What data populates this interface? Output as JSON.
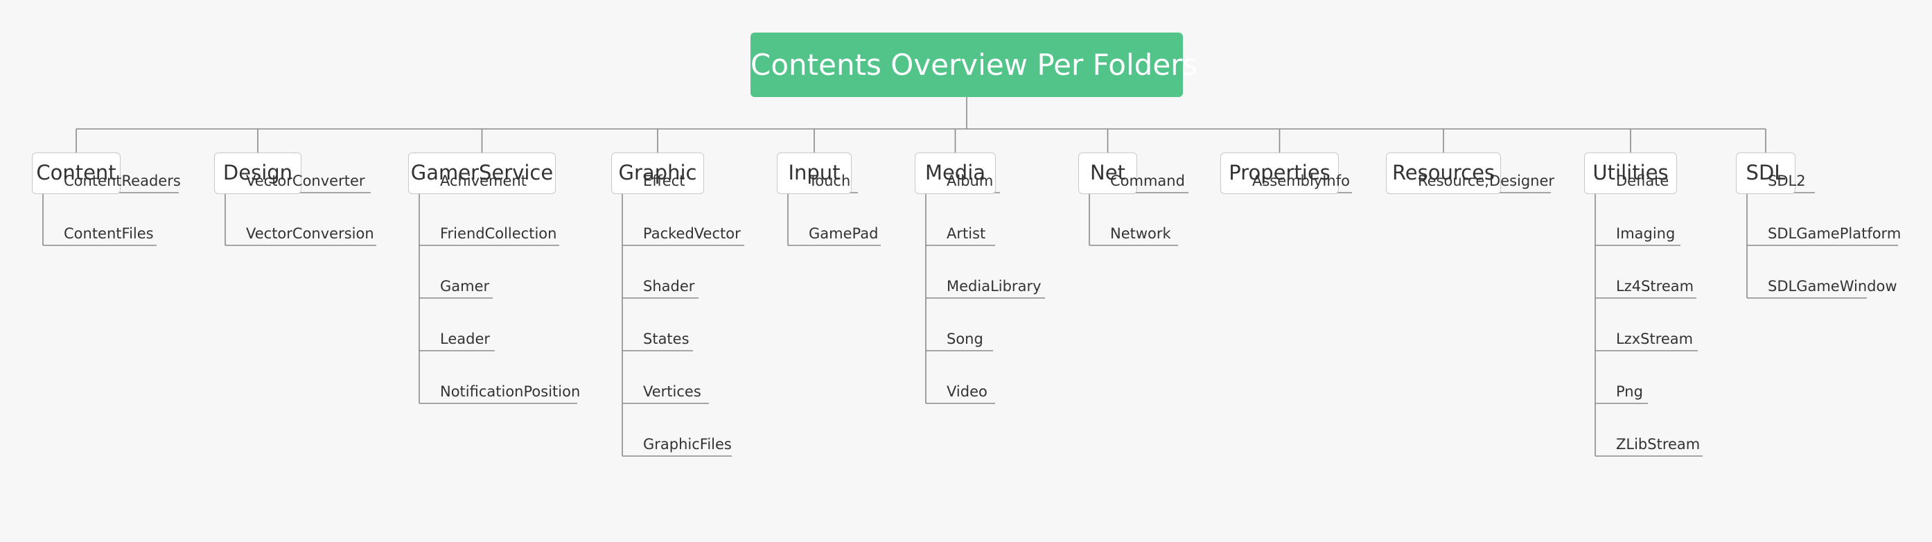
{
  "diagram": {
    "title": "Contents Overview Per Folders",
    "line_color": "#8a8a8a",
    "root_color": "#52c48a",
    "categories": [
      {
        "label": "Content",
        "children": [
          "ContentReaders",
          "ContentFiles"
        ]
      },
      {
        "label": "Design",
        "children": [
          "VectorConverter",
          "VectorConversion"
        ]
      },
      {
        "label": "GamerService",
        "children": [
          "Achivement",
          "FriendCollection",
          "Gamer",
          "Leader",
          "NotificationPosition"
        ]
      },
      {
        "label": "Graphic",
        "children": [
          "Effect",
          "PackedVector",
          "Shader",
          "States",
          "Vertices",
          "GraphicFiles"
        ]
      },
      {
        "label": "Input",
        "children": [
          "Touch",
          "GamePad"
        ]
      },
      {
        "label": "Media",
        "children": [
          "Album",
          "Artist",
          "MediaLibrary",
          "Song",
          "Video"
        ]
      },
      {
        "label": "Net",
        "children": [
          "Command",
          "Network"
        ]
      },
      {
        "label": "Properties",
        "children": [
          "AssemblyInfo"
        ]
      },
      {
        "label": "Resources",
        "children": [
          "Resource,Designer"
        ]
      },
      {
        "label": "Utilities",
        "children": [
          "Deflate",
          "Imaging",
          "Lz4Stream",
          "LzxStream",
          "Png",
          "ZLibStream"
        ]
      },
      {
        "label": "SDL",
        "children": [
          "SDL2",
          "SDLGamePlatform",
          "SDLGameWindow"
        ]
      }
    ]
  }
}
